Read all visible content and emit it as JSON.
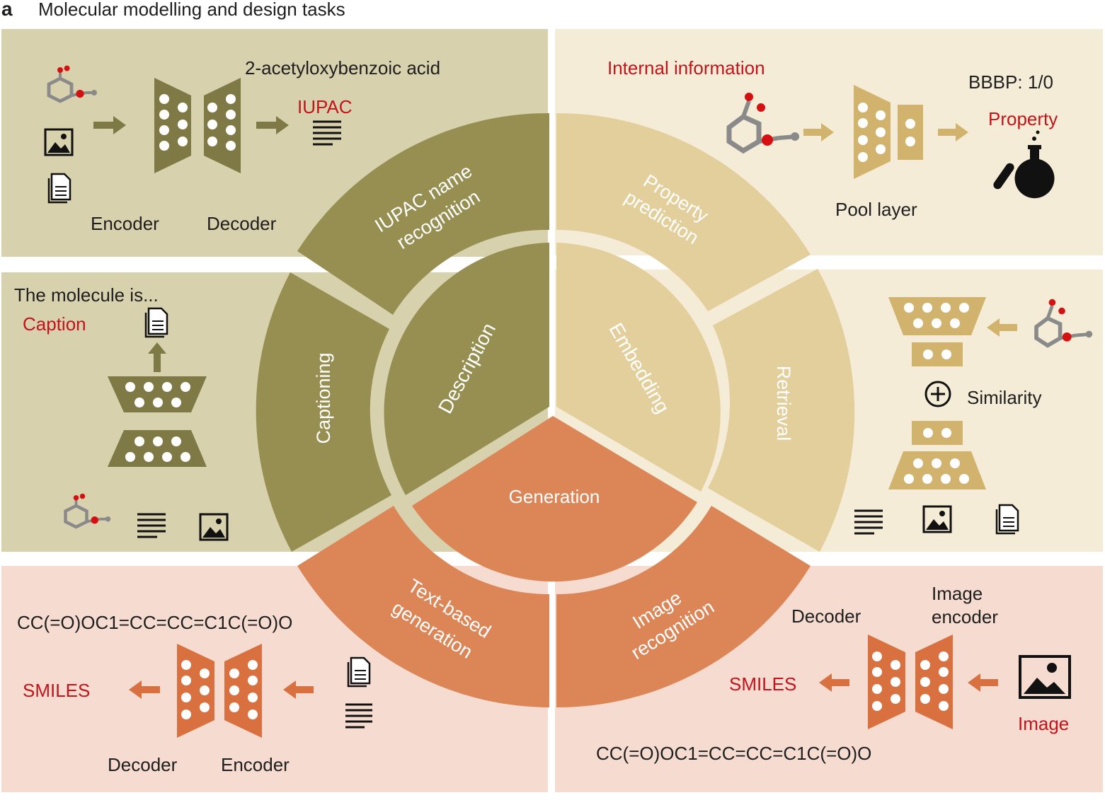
{
  "header": {
    "panel_letter": "a",
    "title": "Molecular modelling and design tasks"
  },
  "colors": {
    "olive_bg": "#d8d1ae",
    "olive_dark": "#978f52",
    "olive_icon": "#7f7a45",
    "tan_bg": "#f4ecd7",
    "tan_ring": "#e3cf9c",
    "tan_icon": "#d2b36e",
    "pink_bg": "#f6dbd0",
    "orange": "#dc8658",
    "orange_icon": "#d8713f",
    "red_text": "#c1141b"
  },
  "wheel": {
    "inner": {
      "description": "Description",
      "embedding": "Embedding",
      "generation": "Generation"
    },
    "outer": {
      "iupac_line1": "IUPAC name",
      "iupac_line2": "recognition",
      "property_line1": "Property",
      "property_line2": "prediction",
      "retrieval": "Retrieval",
      "image_line1": "Image",
      "image_line2": "recognition",
      "text_line1": "Text-based",
      "text_line2": "generation",
      "captioning": "Captioning"
    }
  },
  "panels": {
    "iupac": {
      "name_text": "2-acetyloxybenzoic acid",
      "output_label": "IUPAC",
      "encoder_label": "Encoder",
      "decoder_label": "Decoder"
    },
    "property": {
      "internal_label": "Internal information",
      "value_text": "BBBP: 1/0",
      "property_label": "Property",
      "pool_label": "Pool layer"
    },
    "caption": {
      "lead_text": "The molecule is...",
      "caption_label": "Caption"
    },
    "retrieval": {
      "similarity_label": "Similarity"
    },
    "text_gen": {
      "smiles_string": "CC(=O)OC1=CC=CC=C1C(=O)O",
      "smiles_label": "SMILES",
      "decoder_label": "Decoder",
      "encoder_label": "Encoder"
    },
    "image_rec": {
      "decoder_label": "Decoder",
      "encoder_line1": "Image",
      "encoder_line2": "encoder",
      "smiles_label": "SMILES",
      "image_label": "Image",
      "smiles_string": "CC(=O)OC1=CC=CC=C1C(=O)O"
    }
  }
}
